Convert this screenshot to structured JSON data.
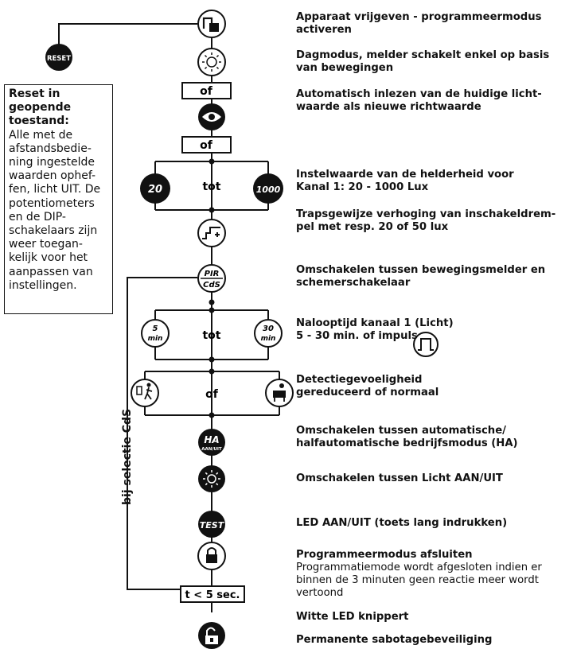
{
  "reset_button": "RESET",
  "reset_note": {
    "title": "Reset in geopende toestand:",
    "body_lines": [
      "Alle met de",
      "afstandsbedie-",
      "ning ingestelde",
      "waarden ophef-",
      "fen, licht UIT. De",
      "potentiometers",
      "en de DIP-",
      "schakelaars zijn",
      "weer toegan-",
      "kelijk voor het",
      "aanpassen van",
      "instellingen."
    ]
  },
  "side_label": "bij selectie CdS",
  "connectors": [
    "of",
    "of",
    "tot",
    "tot",
    "of",
    "t < 5 sec."
  ],
  "node_labels": {
    "lux_min": "20",
    "lux_max": "1000",
    "pir": "PIR",
    "cds": "CdS",
    "time_min_value": "5",
    "time_max_value": "30",
    "time_unit": "min",
    "ha": "HA",
    "ha_sub": "AAN/UIT",
    "test": "TEST"
  },
  "descriptions": [
    {
      "bold": [
        "Apparaat vrijgeven - programmeermodus",
        "activeren"
      ]
    },
    {
      "bold": [
        "Dagmodus, melder schakelt enkel op basis",
        "van bewegingen"
      ]
    },
    {
      "bold": [
        "Automatisch inlezen van de huidige licht-",
        "waarde als nieuwe richtwaarde"
      ]
    },
    {
      "bold": [
        "Instelwaarde van de helderheid voor",
        "Kanal 1:  20 - 1000 Lux"
      ]
    },
    {
      "bold": [
        "Trapsgewijze verhoging van inschakeldrem-",
        "pel met resp. 20 of 50 lux"
      ]
    },
    {
      "bold": [
        "Omschakelen tussen bewegingsmelder en",
        "schemerschakelaar"
      ]
    },
    {
      "bold": [
        "Nalooptijd kanaal 1 (Licht)",
        "5 - 30 min. of impuls"
      ]
    },
    {
      "bold": [
        "Detectiegevoeligheid",
        "gereduceerd of normaal"
      ]
    },
    {
      "bold": [
        "Omschakelen tussen automatische/",
        "halfautomatische bedrijfsmodus (HA)"
      ]
    },
    {
      "bold": [
        "Omschakelen tussen Licht AAN/UIT"
      ]
    },
    {
      "bold": [
        "LED AAN/UIT  (toets lang indrukken)"
      ]
    },
    {
      "bold": [
        "Programmeermodus afsluiten"
      ],
      "normal": [
        "Programmatiemode wordt afgesloten indien er",
        "binnen de 3 minuten geen reactie meer wordt",
        "vertoond"
      ]
    },
    {
      "bold": [
        "Witte LED knippert"
      ]
    },
    {
      "bold": [
        "Permanente sabotagebeveiliging"
      ]
    }
  ],
  "icons": [
    "unlock-icon",
    "sun-icon",
    "eye-icon",
    "step-up-icon",
    "pulse-icon",
    "person-far-icon",
    "person-near-icon",
    "bulb-icon",
    "lock-icon",
    "lock-open-icon"
  ]
}
